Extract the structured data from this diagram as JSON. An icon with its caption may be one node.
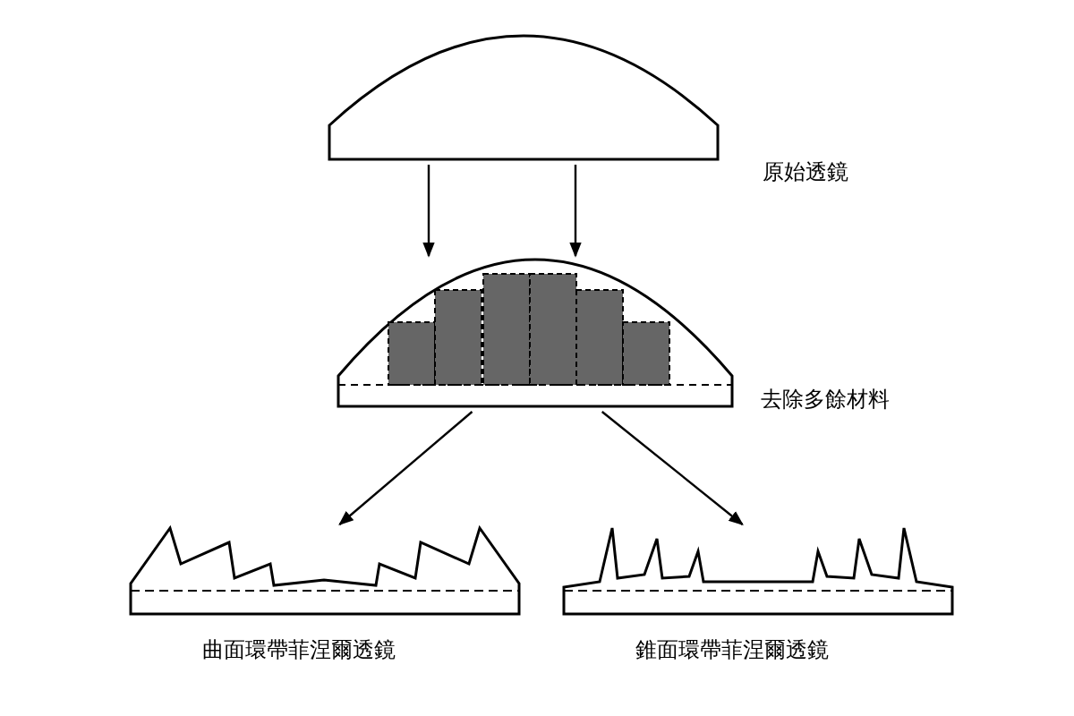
{
  "diagram": {
    "nodes": [
      {
        "text": [],
        "shape": "lens",
        "beside": [
          "原始透鏡"
        ]
      },
      {
        "text": [],
        "shape": "lens",
        "beside": [
          "去除多餘材料"
        ]
      },
      {
        "text": [],
        "shape": "lens",
        "beside": [
          "曲面環帶菲涅爾透鏡"
        ]
      },
      {
        "text": [],
        "shape": "lens",
        "beside": [
          "錐面環帶菲涅爾透鏡"
        ]
      }
    ],
    "edges": [
      {
        "from": 0,
        "to": 1,
        "arrow": "to"
      },
      {
        "from": 0,
        "to": 1,
        "arrow": "to"
      },
      {
        "from": 1,
        "to": 2,
        "arrow": "to"
      },
      {
        "from": 1,
        "to": 3,
        "arrow": "to"
      }
    ]
  }
}
